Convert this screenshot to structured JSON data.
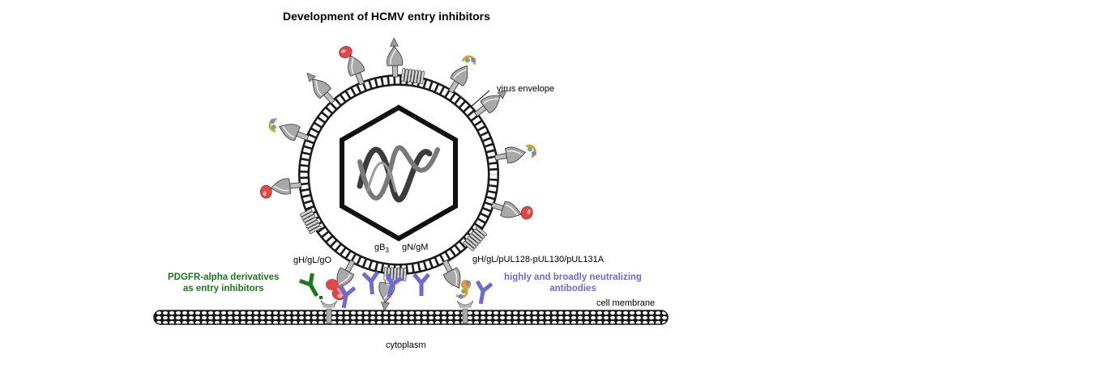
{
  "title": "Development of HCMV entry inhibitors",
  "labels": {
    "virus_envelope": "virus envelope",
    "gh_gl_go": "gH/gL/gO",
    "gb": "gB",
    "gb_sub": "3",
    "gn_gm": "gN/gM",
    "gh_gl_pentamer": "gH/gL/pUL128-pUL130/pUL131A",
    "pdgfr_line1": "PDGFR-alpha derivatives",
    "pdgfr_line2": "as entry inhibitors",
    "antibodies_line1": "highly and broadly neutralizing",
    "antibodies_line2": "antibodies",
    "cell_membrane": "cell membrane",
    "cytoplasm": "cytoplasm"
  },
  "colors": {
    "pdgfr": "#1a7a1a",
    "antibody": "#6b6bd6",
    "membrane": "#1a1a1a",
    "glycoprotein": "#a8a8a8",
    "receptor_red": "#e04848"
  },
  "icons": [
    "dna-helix-icon",
    "capsid-hexagon-icon",
    "antibody-icon",
    "glycoprotein-icon",
    "receptor-icon"
  ]
}
